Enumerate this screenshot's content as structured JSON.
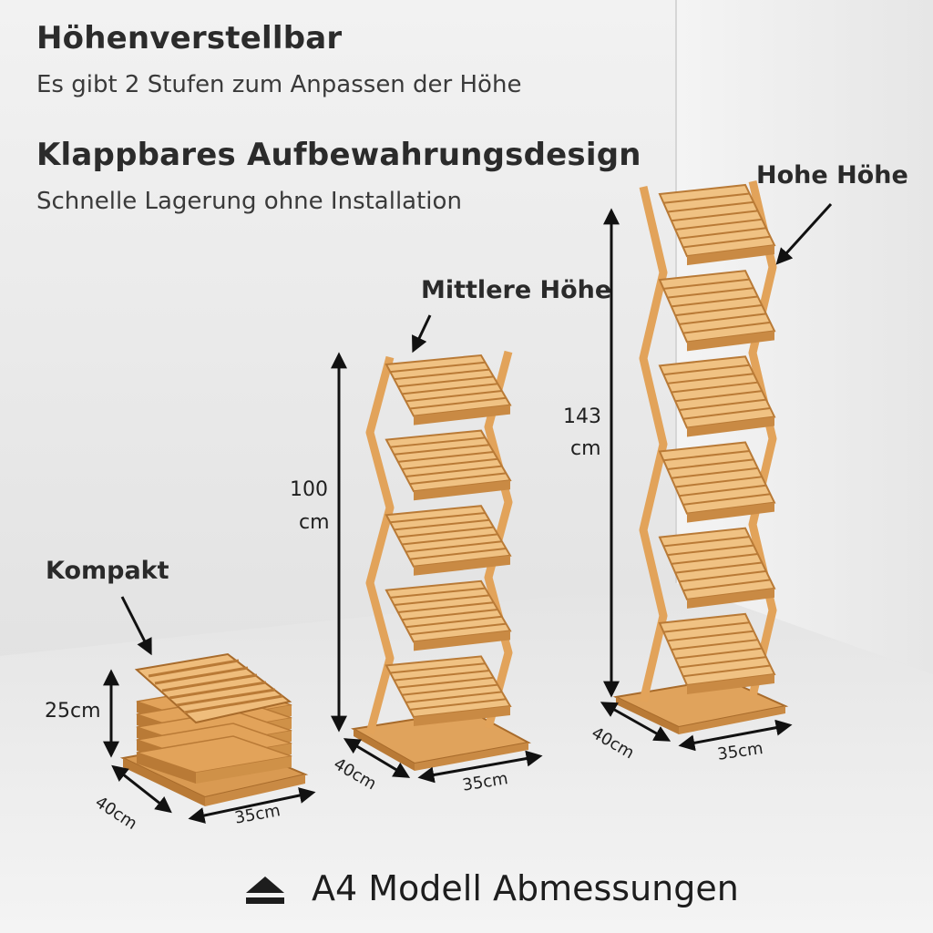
{
  "header": {
    "title1": "Höhenverstellbar",
    "subtitle1": "Es gibt 2 Stufen zum Anpassen der Höhe",
    "title2": "Klappbares Aufbewahrungsdesign",
    "subtitle2": "Schnelle Lagerung ohne Installation"
  },
  "labels": {
    "compact": "Kompakt",
    "medium": "Mittlere Höhe",
    "high": "Hohe Höhe"
  },
  "dimensions": {
    "compact_height": "25cm",
    "compact_depth": "40cm",
    "compact_width": "35cm",
    "medium_height_value": "100",
    "medium_height_unit": "cm",
    "medium_depth": "40cm",
    "medium_width": "35cm",
    "high_height_value": "143",
    "high_height_unit": "cm",
    "high_depth": "40cm",
    "high_width": "35cm"
  },
  "footer": {
    "caption": "A4 Modell Abmessungen",
    "icon": "eject-icon"
  },
  "colors": {
    "wood": "#e2a35a",
    "wood_light": "#f0c283",
    "wood_dark": "#b97a36",
    "wall": "#e9e9e9",
    "floor": "#efefef",
    "text": "#2b2b2b"
  }
}
